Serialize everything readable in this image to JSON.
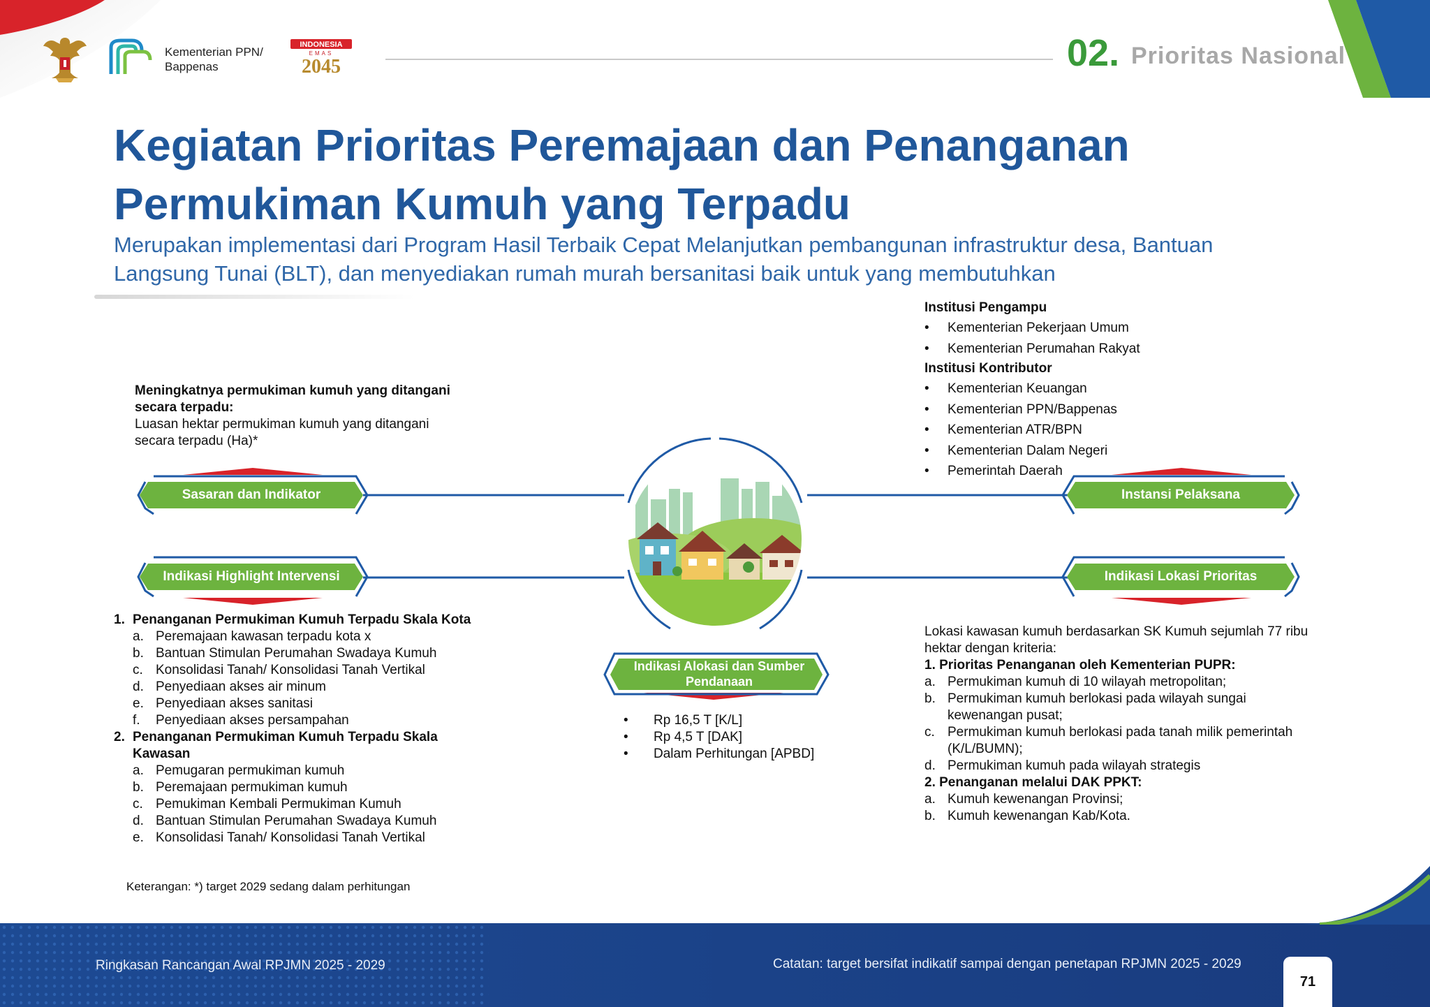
{
  "header": {
    "ministry": "Kementerian PPN/\nBappenas",
    "emas_top": "INDONESIA",
    "emas_mid": "EMAS",
    "emas_year": "2045",
    "section_number": "02.",
    "section_title": "Prioritas Nasional"
  },
  "title": "Kegiatan Prioritas Peremajaan dan Penanganan Permukiman Kumuh yang Terpadu",
  "subtitle": "Merupakan implementasi dari Program Hasil Terbaik Cepat Melanjutkan pembangunan infrastruktur desa, Bantuan Langsung Tunai (BLT), dan menyediakan rumah murah bersanitasi baik untuk yang membutuhkan",
  "labels": {
    "sasaran": "Sasaran dan Indikator",
    "highlight": "Indikasi Highlight Intervensi",
    "instansi": "Instansi Pelaksana",
    "lokasi": "Indikasi Lokasi Prioritas",
    "alokasi": "Indikasi Alokasi dan Sumber Pendanaan"
  },
  "sasaran": {
    "heading": "Meningkatnya permukiman kumuh yang ditangani secara terpadu:",
    "indicator": "Luasan hektar permukiman kumuh yang ditangani secara terpadu (Ha)*"
  },
  "instansi": {
    "pengampu_heading": "Institusi Pengampu",
    "pengampu": [
      "Kementerian Pekerjaan Umum",
      "Kementerian Perumahan Rakyat"
    ],
    "kontributor_heading": "Institusi Kontributor",
    "kontributor": [
      "Kementerian Keuangan",
      "Kementerian PPN/Bappenas",
      "Kementerian ATR/BPN",
      "Kementerian Dalam Negeri",
      "Pemerintah Daerah"
    ]
  },
  "highlight": {
    "groups": [
      {
        "number": "1.",
        "title": "Penanganan Permukiman Kumuh Terpadu Skala Kota",
        "items": [
          {
            "mark": "a.",
            "text": "Peremajaan kawasan terpadu kota x"
          },
          {
            "mark": "b.",
            "text": "Bantuan Stimulan Perumahan Swadaya Kumuh"
          },
          {
            "mark": "c.",
            "text": "Konsolidasi Tanah/ Konsolidasi Tanah Vertikal"
          },
          {
            "mark": "d.",
            "text": "Penyediaan akses air minum"
          },
          {
            "mark": "e.",
            "text": "Penyediaan akses sanitasi"
          },
          {
            "mark": "f.",
            "text": "Penyediaan akses persampahan"
          }
        ]
      },
      {
        "number": "2.",
        "title": "Penanganan Permukiman Kumuh Terpadu Skala Kawasan",
        "items": [
          {
            "mark": "a.",
            "text": "Pemugaran permukiman kumuh"
          },
          {
            "mark": "b.",
            "text": "Peremajaan permukiman kumuh"
          },
          {
            "mark": "c.",
            "text": "Pemukiman Kembali Permukiman Kumuh"
          },
          {
            "mark": "d.",
            "text": "Bantuan Stimulan Perumahan Swadaya Kumuh"
          },
          {
            "mark": "e.",
            "text": "Konsolidasi Tanah/ Konsolidasi Tanah Vertikal"
          }
        ]
      }
    ]
  },
  "alokasi": [
    "Rp 16,5 T [K/L]",
    "Rp 4,5 T [DAK]",
    "Dalam Perhitungan [APBD]"
  ],
  "lokasi": {
    "intro": "Lokasi kawasan kumuh berdasarkan SK Kumuh sejumlah 77 ribu hektar dengan kriteria:",
    "group1_title": "1. Prioritas Penanganan oleh Kementerian PUPR:",
    "group1": [
      {
        "mark": "a.",
        "text": "Permukiman kumuh di 10 wilayah metropolitan;"
      },
      {
        "mark": "b.",
        "text": "Permukiman kumuh berlokasi pada wilayah sungai kewenangan pusat;"
      },
      {
        "mark": "c.",
        "text": "Permukiman kumuh berlokasi pada tanah milik pemerintah (K/L/BUMN);"
      },
      {
        "mark": "d.",
        "text": "Permukiman kumuh pada wilayah strategis"
      }
    ],
    "group2_title": "2. Penanganan melalui DAK PPKT:",
    "group2": [
      {
        "mark": "a.",
        "text": "Kumuh kewenangan Provinsi;"
      },
      {
        "mark": "b.",
        "text": "Kumuh kewenangan Kab/Kota."
      }
    ]
  },
  "note": "Keterangan: *) target 2029 sedang dalam perhitungan",
  "footer": {
    "left": "Ringkasan Rancangan Awal RPJMN 2025 - 2029",
    "right": "Catatan: target bersifat indikatif sampai dengan penetapan RPJMN 2025 - 2029",
    "page": "71"
  },
  "colors": {
    "title_blue": "#20579a",
    "tag_green": "#6db33f",
    "line_blue": "#1f5aa6",
    "accent_red": "#d8232a",
    "section_green": "#3a9a3a",
    "footer_navy": "#1b3f86"
  }
}
